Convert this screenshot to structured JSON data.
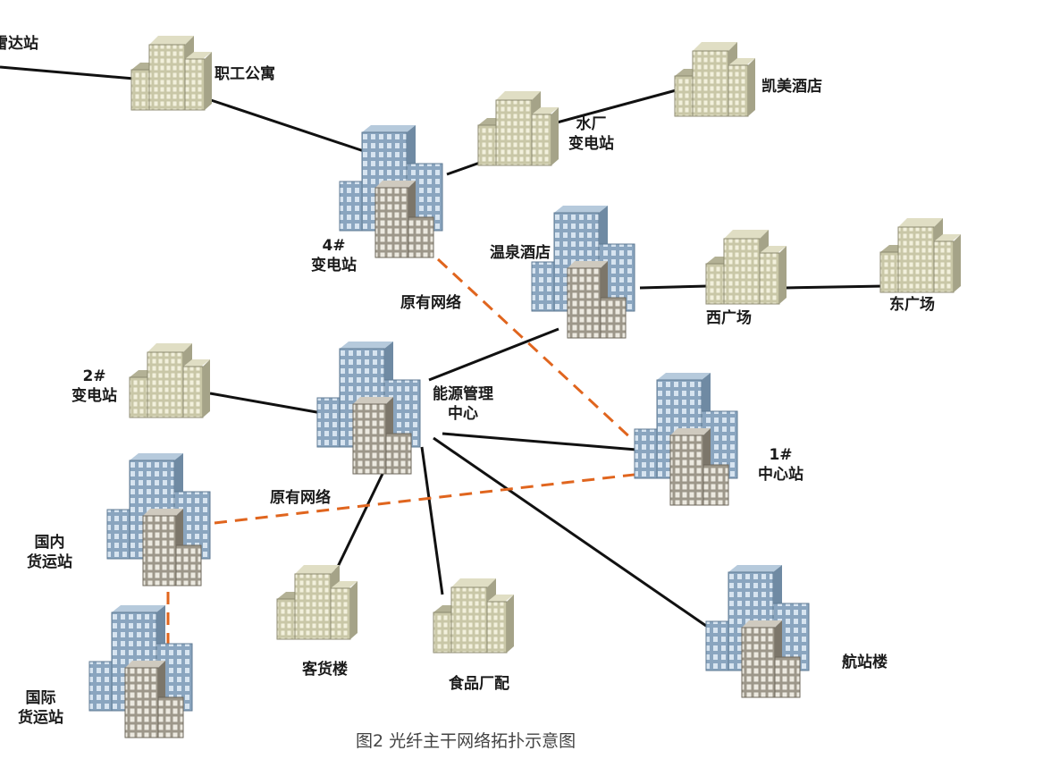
{
  "labels": {
    "radar": "雷达站",
    "staff_apartment": "职工公寓",
    "kaimei_hotel": "凯美酒店",
    "waterworks_substation": "水厂\n变电站",
    "substation_4": "4#\n变电站",
    "hot_spring_hotel": "温泉酒店",
    "west_square": "西广场",
    "east_square": "东广场",
    "legacy_network_1": "原有网络",
    "substation_2": "2#\n变电站",
    "energy_center": "能源管理\n中心",
    "central_station_1": "1#\n中心站",
    "legacy_network_2": "原有网络",
    "domestic_cargo": "国内\n货运站",
    "passenger_cargo_building": "客货楼",
    "food_distribution": "食品厂配",
    "terminal": "航站楼",
    "international_cargo": "国际\n货运站"
  },
  "caption": "图2  光纤主干网络拓扑示意图",
  "colors": {
    "link": "#111111",
    "legacy_link": "#e0651e",
    "building_tan": "#c8c6a6",
    "building_blue": "#8fa9c2"
  }
}
